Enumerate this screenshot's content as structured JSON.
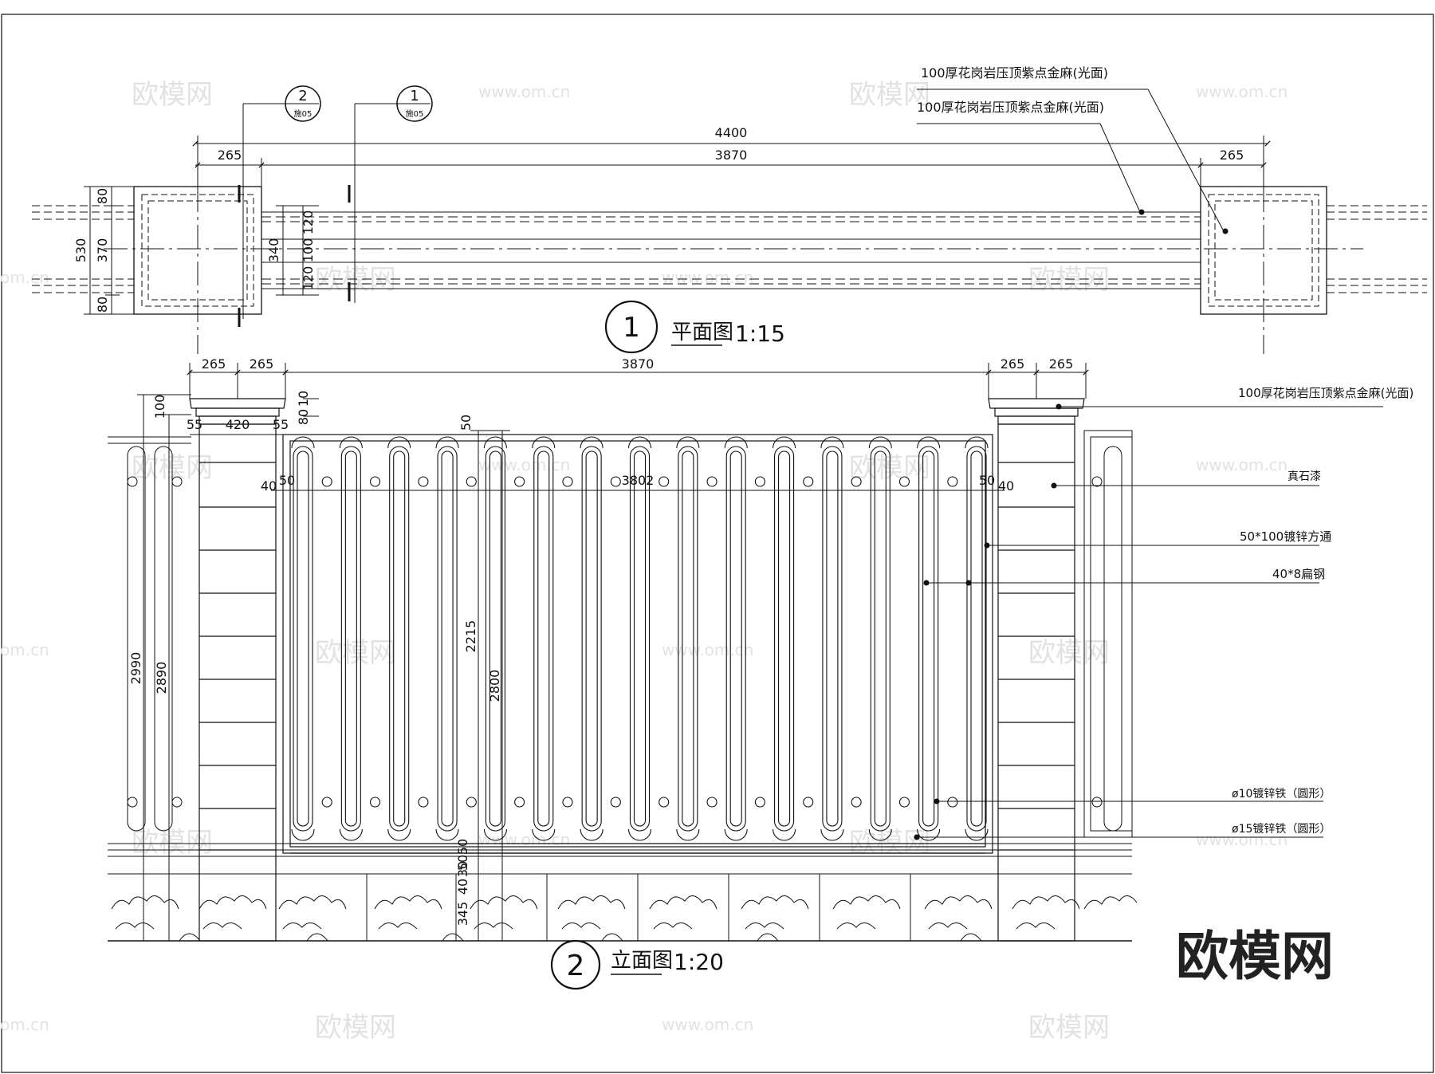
{
  "watermark": {
    "brand_text": "欧模网",
    "site_text": "www.om.cn",
    "site_short": "om.cn"
  },
  "plan": {
    "title": "平面图",
    "scale": "1:15",
    "badge_number": "1",
    "ref_section_2": "2",
    "ref_section_1": "1",
    "ref_sheet": "施05",
    "note_1": "100厚花岗岩压顶紫点金麻(光面)",
    "note_2": "100厚花岗岩压顶紫点金麻(光面)",
    "dims": {
      "total": "4400",
      "inner": "3870",
      "left_pier": "265",
      "right_pier": "265",
      "depth_total": "530",
      "depth_core": "370",
      "depth_top": "80",
      "depth_bottom": "80",
      "wall_total": "340",
      "wall_top": "120",
      "wall_mid": "100",
      "wall_bottom": "120"
    }
  },
  "elevation": {
    "title": "立面图",
    "scale": "1:20",
    "badge_number": "2",
    "notes": {
      "cap": "100厚花岗岩压顶紫点金麻(光面)",
      "paint": "真石漆",
      "tube": "50*100镀锌方通",
      "flat_steel": "40*8扁钢",
      "ring_10": "ø10镀锌铁（圆形）",
      "ring_15": "ø15镀锌铁（圆形）"
    },
    "dims": {
      "top_left_a": "265",
      "top_left_b": "265",
      "top_middle": "3870",
      "top_right_a": "265",
      "top_right_b": "265",
      "pier_width": "420",
      "pier_offset_left": "55",
      "pier_offset_right": "55",
      "cap_height": "100",
      "cap_80": "80",
      "cap_10": "10",
      "panel_50": "50",
      "panel_inner": "3802",
      "side_40_left": "40",
      "side_50_left": "50",
      "side_50_right": "50",
      "side_40_right": "40",
      "h_2990": "2990",
      "h_2890": "2890",
      "h_2215": "2215",
      "h_2800": "2800",
      "base_50a": "50",
      "base_50b": "50",
      "base_30": "30",
      "base_40": "40",
      "base_345": "345"
    }
  }
}
